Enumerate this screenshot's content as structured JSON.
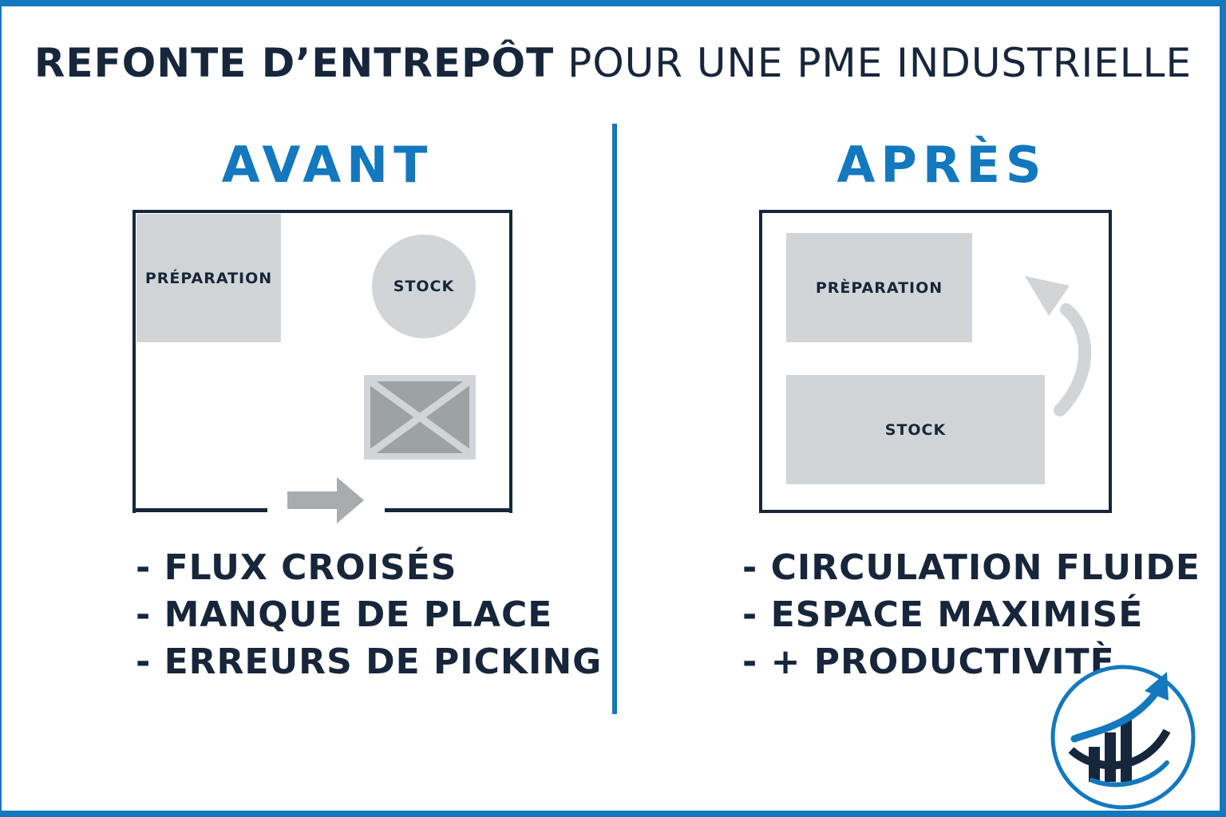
{
  "title": {
    "strong": "REFONTE D’ENTREPÔT",
    "light": "POUR UNE PME INDUSTRIELLE"
  },
  "before": {
    "heading": "AVANT",
    "zones": {
      "preparation": "PRÉPARATION",
      "stock": "STOCK"
    },
    "items": [
      "- FLUX CROISÉS",
      "- MANQUE DE PLACE",
      "- ERREURS DE PICKING"
    ]
  },
  "after": {
    "heading": "APRÈS",
    "zones": {
      "preparation": "PRÈPARATION",
      "stock": "STOCK"
    },
    "items": [
      "- CIRCULATION FLUIDE",
      "- ESPACE MAXIMISÉ",
      "-  + PRODUCTIVITÈ"
    ]
  },
  "colors": {
    "accent": "#1378be",
    "dark": "#17263a",
    "zone_gray": "#d2d5d8",
    "arrow_gray": "#a8acaf"
  },
  "icons": {
    "door_arrow": "right-arrow-icon",
    "flow_arrow": "curved-arrow-icon",
    "blocked_storage": "crossed-box-icon",
    "logo": "growth-chart-logo"
  }
}
